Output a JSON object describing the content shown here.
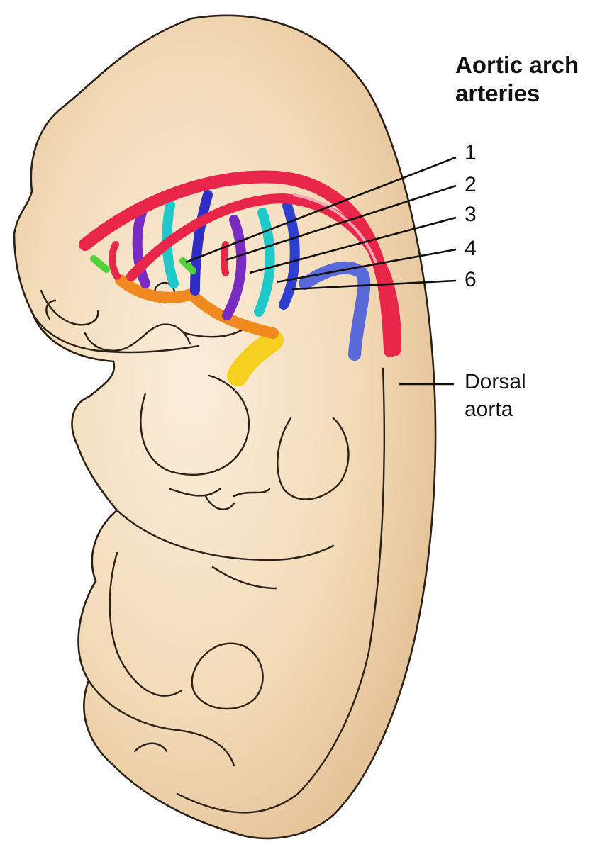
{
  "title": {
    "line1": "Aortic arch",
    "line2": "arteries"
  },
  "arch_labels": [
    "1",
    "2",
    "3",
    "4",
    "6"
  ],
  "dorsal_aorta_label": {
    "line1": "Dorsal",
    "line2": "aorta"
  },
  "colors": {
    "skin": "#f4ddbc",
    "skin_shade": "#e6c49a",
    "outline": "#2a2119",
    "dorsal_aorta": "#e8264a",
    "arch_1": "#e8264a",
    "arch_2": "#2f2fc8",
    "arch_3": "#1fc9c9",
    "arch_4": "#7a2bc2",
    "arch_6": "#2f3fd0",
    "cardinal_vein": "#5a6ad8",
    "aortic_sac": "#f08a1e",
    "outflow_tract": "#f5d01e",
    "stub": "#52d23a"
  }
}
